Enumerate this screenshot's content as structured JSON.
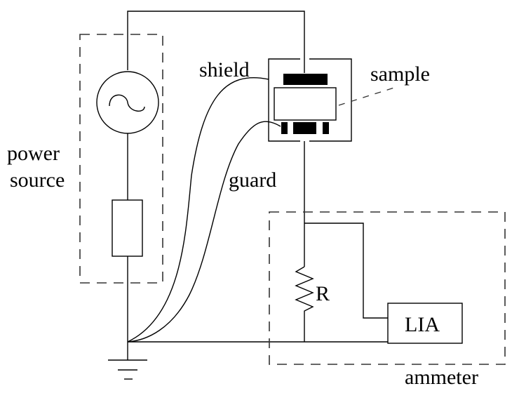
{
  "diagram": {
    "type": "circuit-schematic",
    "labels": {
      "power_source_line1": "power",
      "power_source_line2": "source",
      "shield": "shield",
      "guard": "guard",
      "sample": "sample",
      "resistor": "R",
      "lock_in_amplifier": "LIA",
      "ammeter": "ammeter"
    },
    "components": [
      {
        "id": "ac-source",
        "kind": "AC voltage source",
        "group": "power source"
      },
      {
        "id": "source-impedance",
        "kind": "impedance (rectangle)",
        "group": "power source"
      },
      {
        "id": "sample-holder",
        "kind": "shielded sample cell",
        "parts": [
          "top electrode",
          "sample",
          "guard ring",
          "bottom electrode",
          "shield enclosure"
        ]
      },
      {
        "id": "resistor",
        "kind": "resistor",
        "label": "R",
        "group": "ammeter"
      },
      {
        "id": "lia",
        "kind": "lock-in amplifier",
        "label": "LIA",
        "group": "ammeter"
      },
      {
        "id": "ground",
        "kind": "ground symbol"
      }
    ],
    "connections": [
      [
        "ac-source",
        "top electrode"
      ],
      [
        "ac-source",
        "source-impedance"
      ],
      [
        "source-impedance",
        "ground"
      ],
      [
        "bottom electrode",
        "resistor"
      ],
      [
        "resistor",
        "ground"
      ],
      [
        "bottom electrode",
        "lia"
      ],
      [
        "lia",
        "ground"
      ],
      [
        "shield",
        "ground"
      ],
      [
        "guard",
        "ground"
      ]
    ]
  }
}
